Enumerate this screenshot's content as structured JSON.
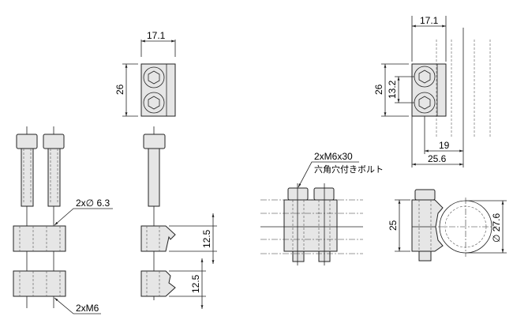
{
  "dimensions": {
    "top_mid_width": "17.1",
    "top_mid_height": "26",
    "top_right_width": "17.1",
    "top_right_height": "26",
    "top_right_pitch": "13.2",
    "top_right_offset": "19",
    "top_right_depth": "25.6",
    "hole_label": "2x∅ 6.3",
    "thread_label": "2xM6",
    "half_height_upper": "12.5",
    "half_height_lower": "12.5",
    "bolt_label": "2xM6x30",
    "bolt_desc": "六角穴付きボルト",
    "assembly_height": "25",
    "tube_diameter": "∅ 27.6"
  }
}
